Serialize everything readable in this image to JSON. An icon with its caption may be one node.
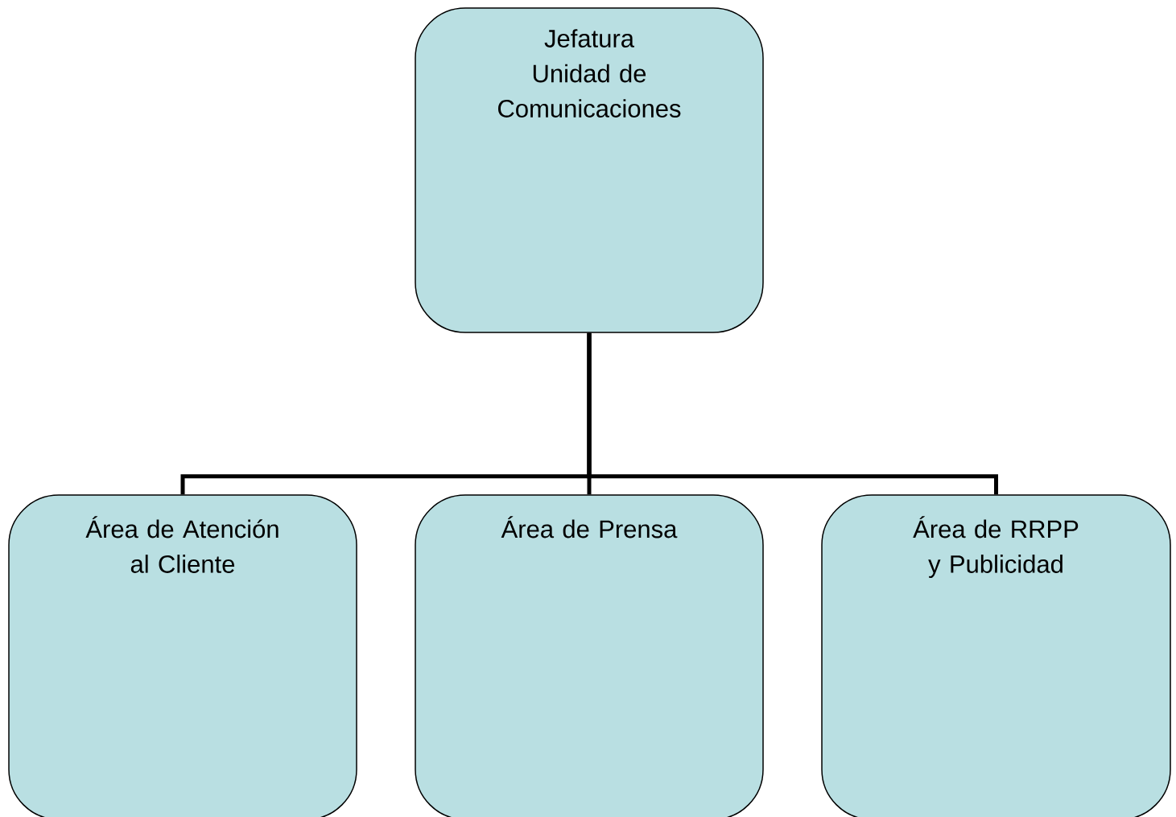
{
  "diagram": {
    "nodes": [
      {
        "text": [
          "Jefatura",
          "Unidad de Comunicaciones"
        ]
      },
      {
        "text": [
          "Área de Atención al Cliente"
        ]
      },
      {
        "text": [
          "Área de Prensa"
        ]
      },
      {
        "text": [
          "Área de RRPP y Publicidad"
        ]
      }
    ],
    "edges": [
      {
        "from": 0,
        "to": 1,
        "arrow": "none"
      },
      {
        "from": 0,
        "to": 2,
        "arrow": "none"
      },
      {
        "from": 0,
        "to": 3,
        "arrow": "none"
      }
    ]
  }
}
